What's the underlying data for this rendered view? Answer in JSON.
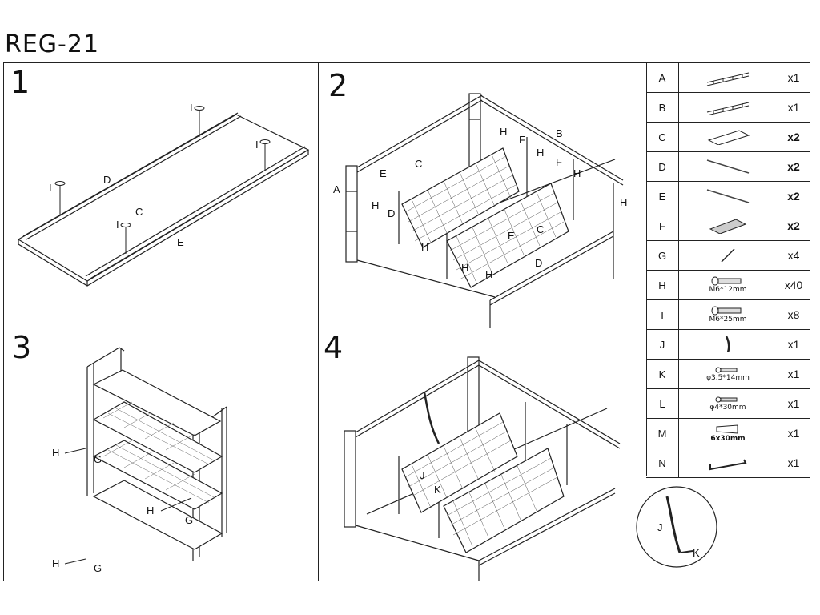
{
  "title": "REG-21",
  "steps": [
    {
      "num": "1",
      "labels": {
        "I": "I",
        "D": "D",
        "C": "C",
        "E": "E"
      }
    },
    {
      "num": "2",
      "labels": {
        "A": "A",
        "B": "B",
        "C": "C",
        "D": "D",
        "E": "E",
        "F": "F",
        "H": "H"
      }
    },
    {
      "num": "3",
      "labels": {
        "H": "H",
        "G": "G"
      }
    },
    {
      "num": "4",
      "labels": {
        "J": "J",
        "K": "K"
      }
    }
  ],
  "parts": [
    {
      "letter": "A",
      "icon": "ladder-frame-icon",
      "qty": "x1"
    },
    {
      "letter": "B",
      "icon": "ladder-frame-icon",
      "qty": "x1"
    },
    {
      "letter": "C",
      "icon": "shelf-board-icon",
      "qty": "x2"
    },
    {
      "letter": "D",
      "icon": "long-rail-icon",
      "qty": "x2"
    },
    {
      "letter": "E",
      "icon": "long-rail-icon",
      "qty": "x2"
    },
    {
      "letter": "F",
      "icon": "wire-mesh-shelf-icon",
      "qty": "x2"
    },
    {
      "letter": "G",
      "icon": "rod-icon",
      "qty": "x4"
    },
    {
      "letter": "H",
      "icon": "bolt-icon",
      "caption": "M6*12mm",
      "qty": "x40"
    },
    {
      "letter": "I",
      "icon": "bolt-icon",
      "caption": "M6*25mm",
      "qty": "x8"
    },
    {
      "letter": "J",
      "icon": "wall-strap-icon",
      "qty": "x1"
    },
    {
      "letter": "K",
      "icon": "screw-icon",
      "caption": "φ3.5*14mm",
      "qty": "x1"
    },
    {
      "letter": "L",
      "icon": "screw-icon",
      "caption": "φ4*30mm",
      "qty": "x1"
    },
    {
      "letter": "M",
      "icon": "wall-plug-icon",
      "caption": "6x30mm",
      "qty": "x1"
    },
    {
      "letter": "N",
      "icon": "allen-key-icon",
      "qty": "x1"
    }
  ],
  "detail": {
    "J": "J",
    "K": "K"
  }
}
